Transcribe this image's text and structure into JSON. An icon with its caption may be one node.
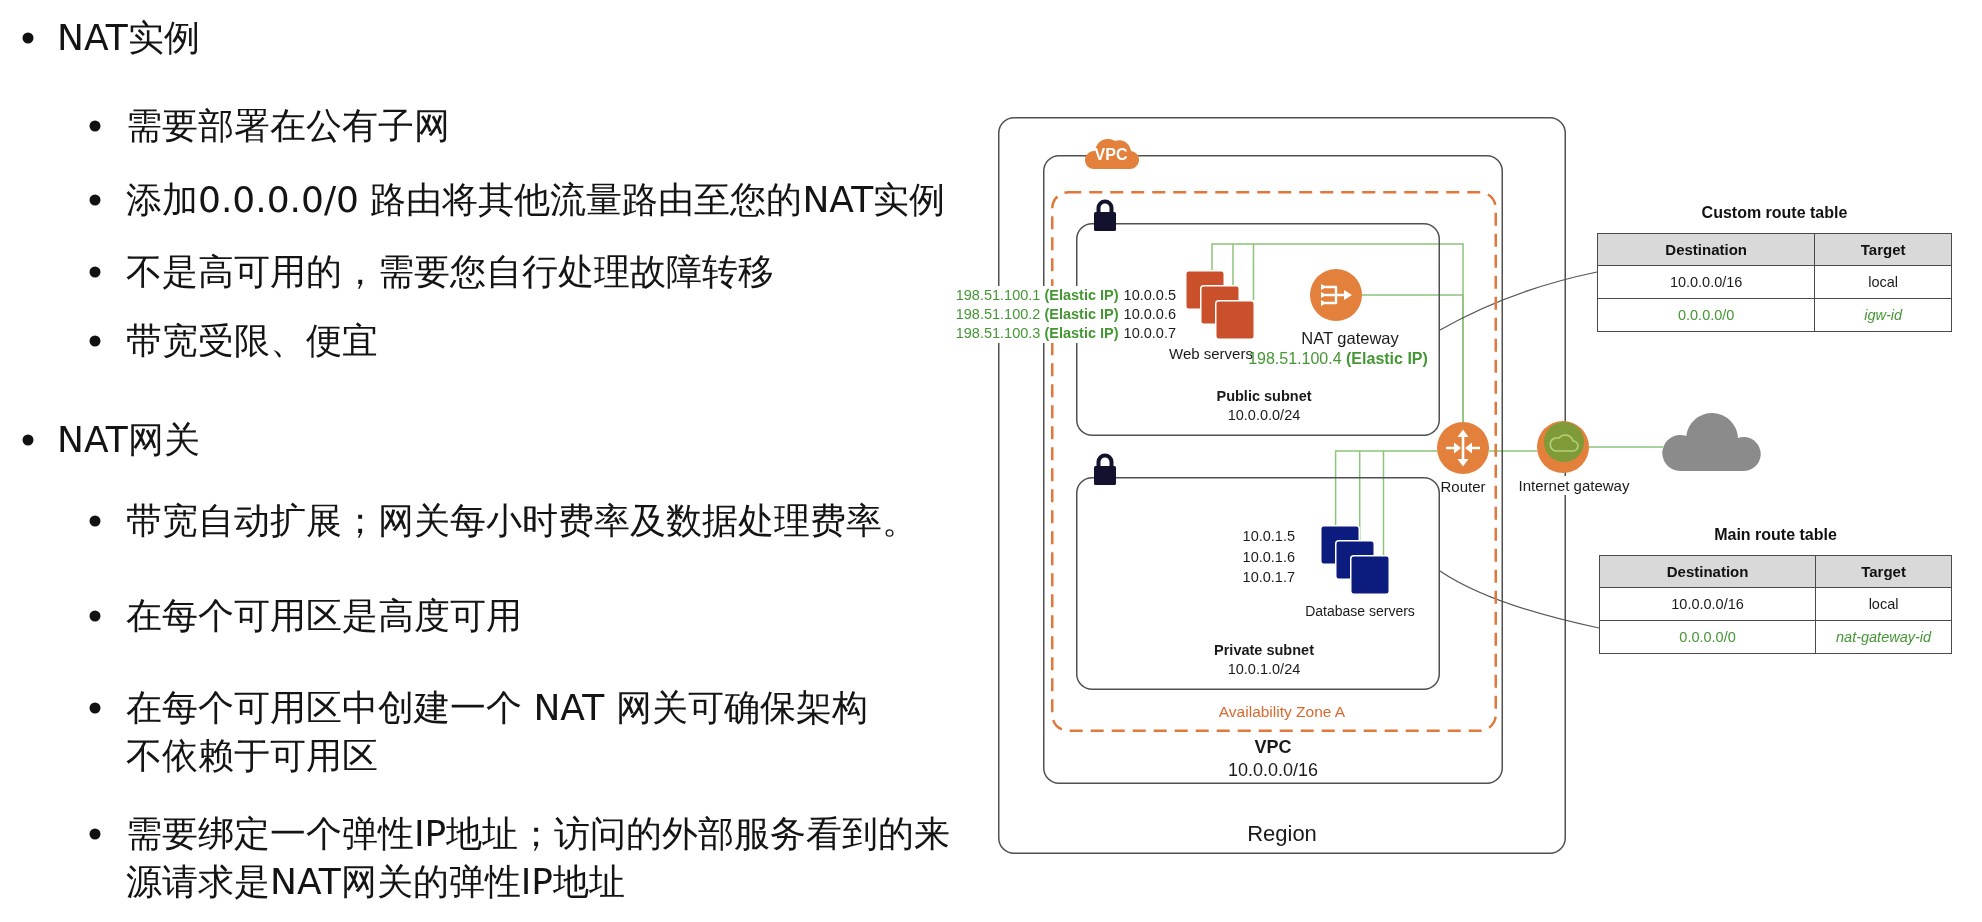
{
  "diagram": {
    "nodes": [
      {
        "text": [
          "Region"
        ]
      },
      {
        "text": [
          "VPC",
          "VPC",
          "10.0.0.0/16"
        ],
        "in": 0
      },
      {
        "text": [
          "Availability Zone A"
        ],
        "in": 1
      },
      {
        "text": [
          "Public subnet",
          "10.0.0.0/24"
        ],
        "in": 2
      },
      {
        "text": [
          "Web servers"
        ],
        "in": 3,
        "beside": [
          "198.51.100.1 **(Elastic IP)**",
          "10.0.0.5",
          "198.51.100.2 **(Elastic IP)**",
          "10.0.0.6",
          "198.51.100.3 **(Elastic IP)**",
          "10.0.0.7"
        ]
      },
      {
        "text": [
          "NAT gateway",
          "198.51.100.4 **(Elastic IP)**"
        ],
        "in": 3
      },
      {
        "text": [
          "Private subnet",
          "10.0.1.0/24"
        ],
        "in": 2
      },
      {
        "text": [
          "Database servers"
        ],
        "in": 6,
        "beside": [
          "10.0.1.5",
          "10.0.1.6",
          "10.0.1.7"
        ]
      },
      {
        "text": [
          "Router"
        ],
        "in": 2
      },
      {
        "text": [
          "Internet gateway"
        ]
      },
      {
        "text": [],
        "shape": "cloud"
      },
      {
        "text": [
          "Custom route table",
          "Destination",
          "Target",
          "10.0.0.0/16",
          "local",
          "0.0.0.0/0",
          "igw-id"
        ]
      },
      {
        "text": [
          "Main route table",
          "Destination",
          "Target",
          "10.0.0.0/16",
          "local",
          "0.0.0.0/0",
          "nat-gateway-id"
        ]
      }
    ],
    "edges": [
      {
        "from": 4,
        "to": 8,
        "arrow": "none"
      },
      {
        "from": 5,
        "to": 8,
        "arrow": "none"
      },
      {
        "from": 7,
        "to": 8,
        "arrow": "none"
      },
      {
        "from": 8,
        "to": 9,
        "arrow": "none"
      },
      {
        "from": 9,
        "to": 10,
        "arrow": "none"
      },
      {
        "from": 3,
        "to": 11,
        "arrow": "none",
        "color": "#555555"
      },
      {
        "from": 6,
        "to": 12,
        "arrow": "none",
        "color": "#555555"
      }
    ],
    "labels": [
      "NAT实例",
      "需要部署在公有子网",
      "添加0.0.0.0/0 路由将其他流量路由至您的NAT实例",
      "不是高可用的，需要您自行处理故障转移",
      "带宽受限、便宜",
      "NAT网关",
      "带宽自动扩展；网关每小时费率及数据处理费率。",
      "在每个可用区是高度可用",
      "在每个可用区中创建一个 NAT 网关可确保架构不依赖于可用区",
      "需要绑定一个弹性IP地址；访问的外部服务看到的来源请求是NAT网关的弹性IP地址"
    ]
  }
}
